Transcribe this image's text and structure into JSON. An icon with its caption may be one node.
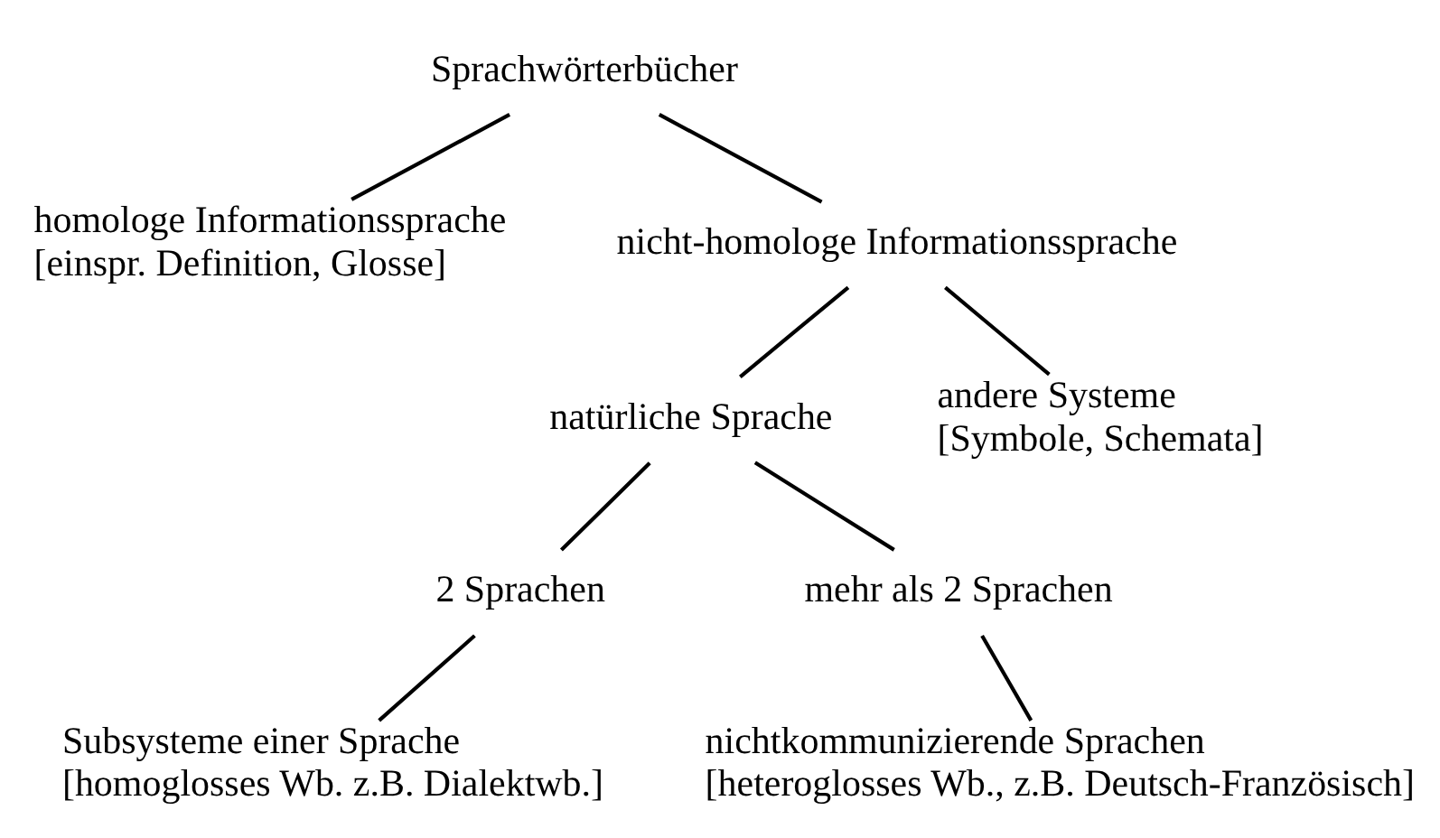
{
  "diagram": {
    "nodes": [
      {
        "text": [
          "Sprachwörterbücher"
        ]
      },
      {
        "text": [
          "homologe Informationssprache",
          "[einspr. Definition, Glosse]"
        ]
      },
      {
        "text": [
          "nicht-homologe Informationssprache"
        ]
      },
      {
        "text": [
          "natürliche Sprache"
        ]
      },
      {
        "text": [
          "andere Systeme",
          "[Symbole, Schemata]"
        ]
      },
      {
        "text": [
          "2 Sprachen"
        ]
      },
      {
        "text": [
          "mehr als 2 Sprachen"
        ]
      },
      {
        "text": [
          "nichtkommunizierende Sprachen",
          "[heteroglosses Wb., z.B. Deutsch-Französisch]"
        ]
      },
      {
        "text": [
          "Subsysteme einer Sprache",
          "[homoglosses Wb. z.B. Dialektwb.]"
        ]
      }
    ],
    "edges": [
      {
        "from": 0,
        "to": 1,
        "arrow": "none"
      },
      {
        "from": 0,
        "to": 2,
        "arrow": "none"
      },
      {
        "from": 2,
        "to": 3,
        "arrow": "none"
      },
      {
        "from": 2,
        "to": 4,
        "arrow": "none"
      },
      {
        "from": 3,
        "to": 5,
        "arrow": "none"
      },
      {
        "from": 3,
        "to": 6,
        "arrow": "none"
      },
      {
        "from": 5,
        "to": 8,
        "arrow": "none"
      },
      {
        "from": 6,
        "to": 7,
        "arrow": "none"
      }
    ]
  }
}
